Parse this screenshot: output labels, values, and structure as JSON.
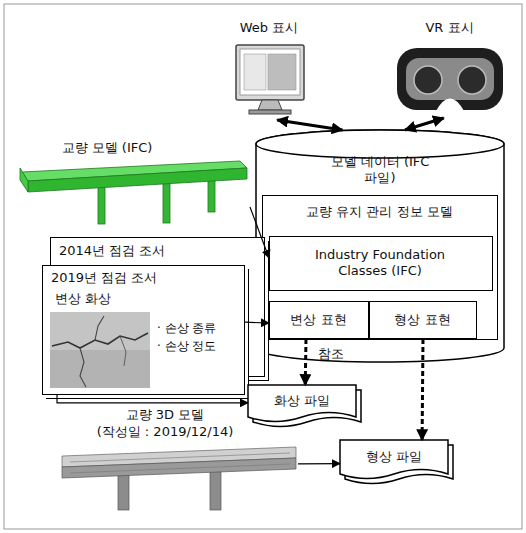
{
  "diagram": {
    "nodes": [
      {
        "text": [
          "Web 표시"
        ]
      },
      {
        "text": [
          "VR 표시"
        ]
      },
      {
        "text": [
          "모델 데이터 (IFC 파일)"
        ]
      },
      {
        "text": [
          "교량 유지 관리 정보 모델"
        ],
        "in": 2
      },
      {
        "text": [
          "Industry Foundation Classes (IFC)"
        ],
        "in": 3
      },
      {
        "text": [
          "변상 표현"
        ],
        "in": 3
      },
      {
        "text": [
          "형상 표현"
        ],
        "in": 3
      },
      {
        "text": [
          "교량 모델 (IFC)"
        ]
      },
      {
        "text": [
          "2014년 점검 조서"
        ]
      },
      {
        "text": [
          "2019년 점검 조서",
          "변상 화상",
          "· 손상 종류",
          "· 손상 정도"
        ]
      },
      {
        "text": [
          "화상 파일"
        ]
      },
      {
        "text": [
          "교량 3D 모델",
          "(작성일 : 2019/12/14)"
        ]
      },
      {
        "text": [
          "형상 파일"
        ]
      }
    ],
    "edges": [
      {
        "from": 2,
        "to": 0,
        "arrow": "both"
      },
      {
        "from": 2,
        "to": 1,
        "arrow": "both"
      },
      {
        "from": 7,
        "to": 4,
        "arrow": "to"
      },
      {
        "from": 9,
        "to": 5,
        "arrow": "to"
      },
      {
        "from": 9,
        "to": 10,
        "arrow": "to"
      },
      {
        "from": 5,
        "to": 10,
        "arrow": "to"
      },
      {
        "from": 6,
        "to": 12,
        "arrow": "to"
      },
      {
        "from": 11,
        "to": 12,
        "arrow": "to"
      }
    ],
    "labels": [
      "참조"
    ]
  }
}
